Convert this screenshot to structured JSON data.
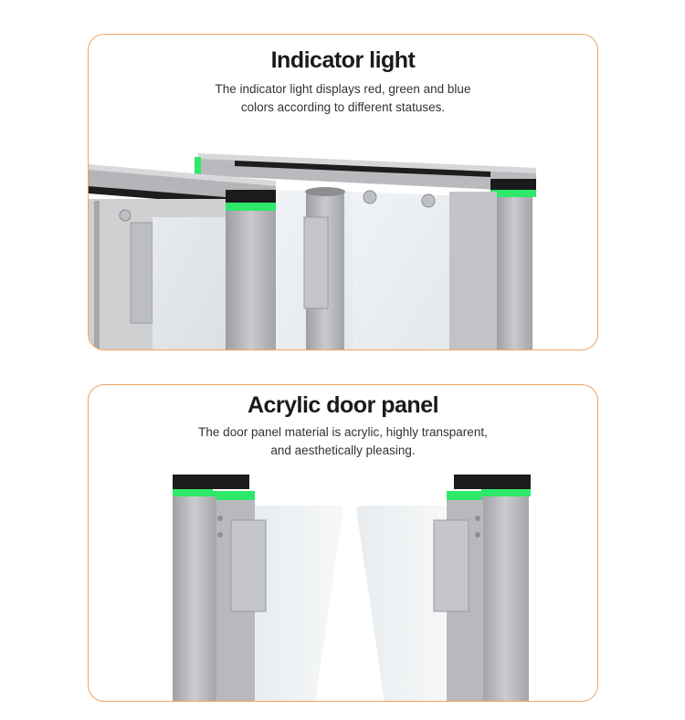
{
  "sections": [
    {
      "title": "Indicator light",
      "description_line1": "The indicator light displays red, green and blue",
      "description_line2": "colors according to different statuses."
    },
    {
      "title": "Acrylic door panel",
      "description_line1": "The door panel material is acrylic, highly transparent,",
      "description_line2": "and aesthetically pleasing."
    }
  ],
  "colors": {
    "card_border": "#f0a35e",
    "indicator_green": "#2ee86a",
    "steel": "#b4b5b8",
    "cap_black": "#1b1b1b"
  }
}
